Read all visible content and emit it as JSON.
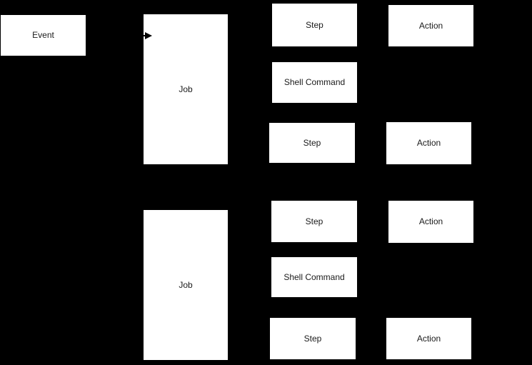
{
  "diagram": {
    "colors": {
      "background": "#000000",
      "node_fill": "#ffffff",
      "node_text": "#1a1a1a",
      "connector": "#000000"
    },
    "icons": {
      "connector_arrowhead": "arrowhead-right"
    },
    "nodes": {
      "event": {
        "label": "Event"
      },
      "job_1": {
        "label": "Job"
      },
      "job_2": {
        "label": "Job"
      },
      "step_1": {
        "label": "Step"
      },
      "shell_command_1": {
        "label": "Shell Command"
      },
      "step_2": {
        "label": "Step"
      },
      "step_3": {
        "label": "Step"
      },
      "shell_command_2": {
        "label": "Shell Command"
      },
      "step_4": {
        "label": "Step"
      },
      "action_1": {
        "label": "Action"
      },
      "action_2": {
        "label": "Action"
      },
      "action_3": {
        "label": "Action"
      },
      "action_4": {
        "label": "Action"
      }
    }
  }
}
